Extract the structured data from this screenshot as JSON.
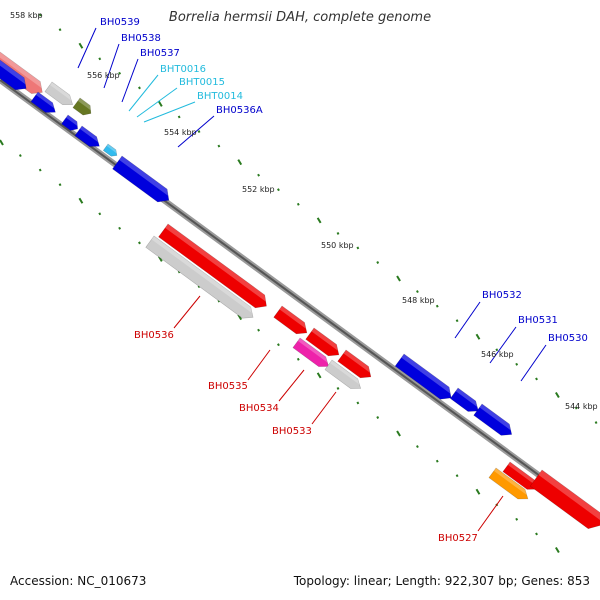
{
  "title": "Borrelia hermsii DAH, complete genome",
  "footer": {
    "accession": "Accession: NC_010673",
    "stats": "Topology: linear; Length: 922,307 bp; Genes: 853"
  },
  "colors": {
    "backbone": "#777777",
    "tick": "#2a7a1f",
    "label_blue": "#0000cc",
    "label_cyan": "#22bbdd",
    "label_red": "#cc0000"
  },
  "scale_labels": [
    "558 kbp",
    "556 kbp",
    "554 kbp",
    "552 kbp",
    "550 kbp",
    "548 kbp",
    "546 kbp",
    "544 kbp"
  ],
  "genes": [
    {
      "tag": "BH0539",
      "label_color": "blue",
      "fill": "#0000dd",
      "strand": "+"
    },
    {
      "tag": "BH0538",
      "label_color": "blue",
      "fill": "#0000dd",
      "strand": "+"
    },
    {
      "tag": "BH0537",
      "label_color": "blue",
      "fill": "#0000dd",
      "strand": "+"
    },
    {
      "tag": "BHT0016",
      "label_color": "cyan",
      "fill": "#33bbee",
      "strand": "+"
    },
    {
      "tag": "BHT0015",
      "label_color": "cyan",
      "fill": "#33bbee",
      "strand": "+"
    },
    {
      "tag": "BHT0014",
      "label_color": "cyan",
      "fill": "#33bbee",
      "strand": "+"
    },
    {
      "tag": "BH0536A",
      "label_color": "blue",
      "fill": "#0000dd",
      "strand": "+"
    },
    {
      "tag": "BH0536",
      "label_color": "red",
      "fill": "#ee0000",
      "strand": "-"
    },
    {
      "tag": "BH0535",
      "label_color": "red",
      "fill": "#ee0000",
      "strand": "-"
    },
    {
      "tag": "BH0534",
      "label_color": "red",
      "fill": "#ee0088",
      "strand": "-"
    },
    {
      "tag": "BH0533",
      "label_color": "red",
      "fill": "#ee0000",
      "strand": "-"
    },
    {
      "tag": "BH0532",
      "label_color": "blue",
      "fill": "#0000dd",
      "strand": "+"
    },
    {
      "tag": "BH0531",
      "label_color": "blue",
      "fill": "#0000dd",
      "strand": "+"
    },
    {
      "tag": "BH0530",
      "label_color": "blue",
      "fill": "#0000dd",
      "strand": "+"
    },
    {
      "tag": "BH0527",
      "label_color": "red",
      "fill": "#ff9900",
      "strand": "-"
    }
  ]
}
